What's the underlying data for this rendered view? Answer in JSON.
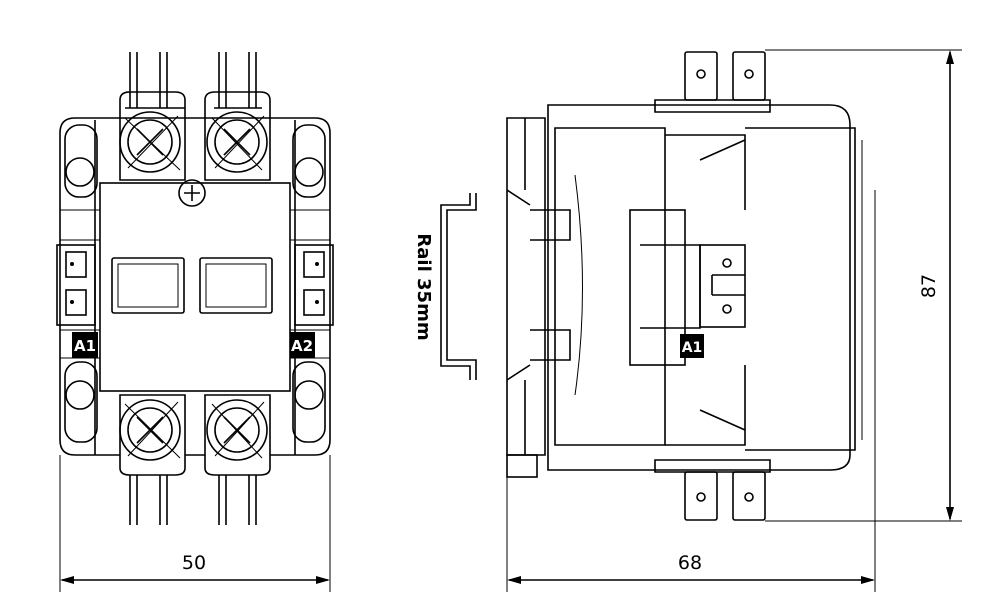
{
  "front_view": {
    "terminal_labels": [
      "A1",
      "A2"
    ],
    "width_dimension": "50"
  },
  "side_view": {
    "rail_label": "Rail 35mm",
    "coil_label": "A1",
    "depth_dimension": "68",
    "height_dimension": "87"
  }
}
